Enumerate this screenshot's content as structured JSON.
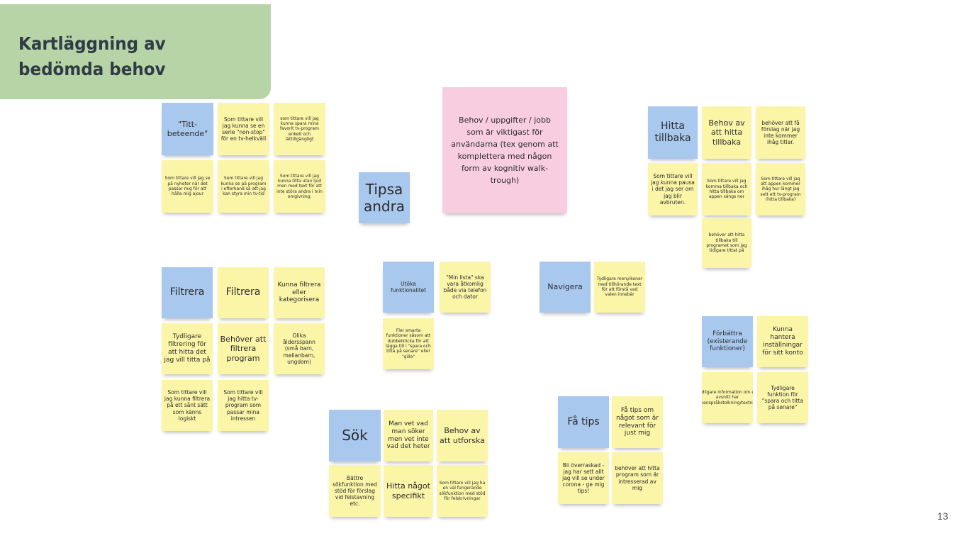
{
  "slide": {
    "title": "Kartläggning av bedömda behov",
    "page_number": "13"
  },
  "notes": {
    "titt_header": "\"Titt-beteende\"",
    "titt_serie": "Som tittare vill jag kunna se en serie \"non-stop\" för en tv-helkväll",
    "titt_spara": "som tittare vill jag kunna spara mina favorit tv-program enkelt och lättillgängligt",
    "titt_nyheter": "Som tittare vill jag se på nyheter när det passar mig för att hålla mig ajour",
    "titt_efterhand": "Som tittare vill jag kunna se på program i efterhand så att jag kan styra min tv-tid",
    "titt_utan_ljud": "Som tittare vill jag kunna titta utan ljud men med text för att inte störa andra i min omgivning.",
    "tipsa_andra": "Tipsa andra",
    "center": "Behov / uppgifter / jobb som är viktigast för användarna (tex genom att komplettera med någon form av kognitiv walk-trough)",
    "hitta_tillbaka": "Hitta tillbaka",
    "behov_hitta_tillbaka": "Behov av att hitta tillbaka",
    "forslag": "behöver att få förslag när jag inte kommer ihåg titlar.",
    "pausa": "Som tittare vill jag kunna pausa i det jag ser om jag blir avbruten.",
    "komma_tillbaka": "Som tittare vill jag komma tillbaka och hitta tillbaka om appen sängs ner",
    "appen_kommer_ihag": "Som tittare vill jag att appen kommer ihåg hur långt jag sett ett tv-program (hitta tillbaka)",
    "behover_hitta_tillbaka": "behöver att hitta tillbaka till programet som jag tidigare tittat på",
    "filtrera_blue": "Filtrera",
    "filtrera_yellow": "Filtrera",
    "kunna_filtrera": "Kunna filtrera eller kategorisera",
    "tydligare_filtrering": "Tydligare filtrering för att hitta det jag vill titta på",
    "behover_filtrera": "Behöver att filtrera program",
    "aldersspann": "Olika åldersspann (små barn, mellanbarn, ungdom)",
    "filtrera_logiskt": "Som tittare vill jag kunna filtrera på ett sånt sätt som känns logiskt",
    "hitta_tv_program": "Som tittare vill jag hitta tv-program som passar mina intressen",
    "utoka": "Utöka funktionalitet",
    "min_lista": "\"Min lista\" ska vara åtkomlig både via telefon och dator",
    "smarta_funktioner": "Fler smarta funktioner såsom att dubbelklicka för att lägga till i \"spara och titta på senare\" eller \"gilla\"",
    "navigera": "Navigera",
    "menyikoner": "Tydligare menyikoner med tillhörande text för att förstå vad valen innebär",
    "forbattra": "Förbättra (existerande funktioner)",
    "installningar": "Kunna hantera inställningar för sitt konto",
    "information_avsnitt": "Tydligare information om ett avsnitt har teckenspråkstolkning/textning.",
    "spara_senare": "Tydligare funktion för \"spara och titta på senare\"",
    "sok": "Sök",
    "man_vet_vad": "Man vet vad man söker men vet inte vad det heter",
    "utforska": "Behov av att utforska",
    "battre_sok": "Bättre sökfunktion med stöd för förslag vid felstavning etc.",
    "hitta_specifikt": "Hitta något specifikt",
    "sokfunktion_stod": "Som tittare vill jag ha en väl fungerande sökfunktion med stöd för felskrivningar",
    "fa_tips": "Få tips",
    "fa_tips_relevant": "Få tips om något som är relevant för just mig",
    "overraskad": "Bli överraskad - jag har sett allt jag vill se under corona - ge mig tips!",
    "intresserad": "behöver att hitta program som är intresserad av mig"
  },
  "colors": {
    "title_bg": "#b6d4a6",
    "yellow_note": "#fbf5a8",
    "blue_note": "#a9c8ee",
    "pink_note": "#f8cde0"
  }
}
